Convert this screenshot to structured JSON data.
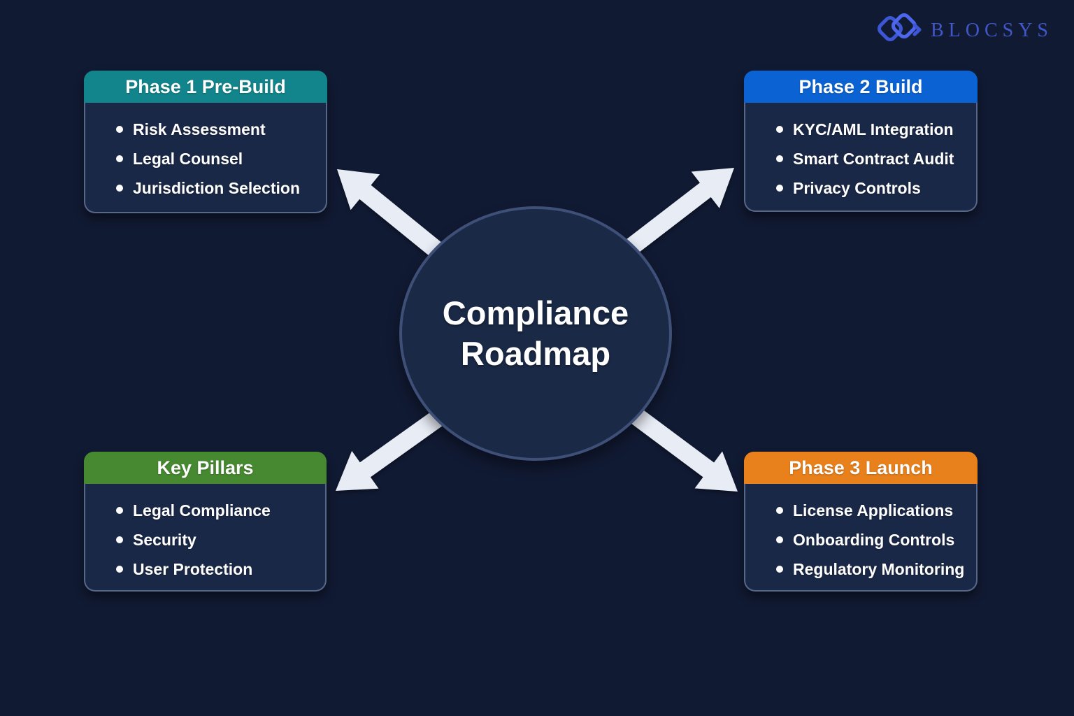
{
  "logo": {
    "text": "BLOCSYS",
    "text_color": "#4156c8",
    "icon_color": "#3d56d6"
  },
  "center_circle": {
    "line1": "Compliance",
    "line2": "Roadmap"
  },
  "cards": [
    {
      "title": "Phase 1 Pre-Build",
      "header_color": "#12858c",
      "items": [
        "Risk Assessment",
        "Legal Counsel",
        "Jurisdiction Selection"
      ]
    },
    {
      "title": "Phase 2 Build",
      "header_color": "#0b63d3",
      "items": [
        "KYC/AML Integration",
        "Smart Contract Audit",
        "Privacy Controls"
      ]
    },
    {
      "title": "Key Pillars",
      "header_color": "#478931",
      "items": [
        "Legal Compliance",
        "Security",
        "User Protection"
      ]
    },
    {
      "title": "Phase 3 Launch",
      "header_color": "#e8811c",
      "items": [
        "License Applications",
        "Onboarding Controls",
        "Regulatory Monitoring"
      ]
    }
  ],
  "colors": {
    "background": "#111a33",
    "card_body": "#1a2847",
    "circle_fill": "#1a2946",
    "circle_border": "#3e4f78",
    "arrow": "#e8ecf5"
  }
}
